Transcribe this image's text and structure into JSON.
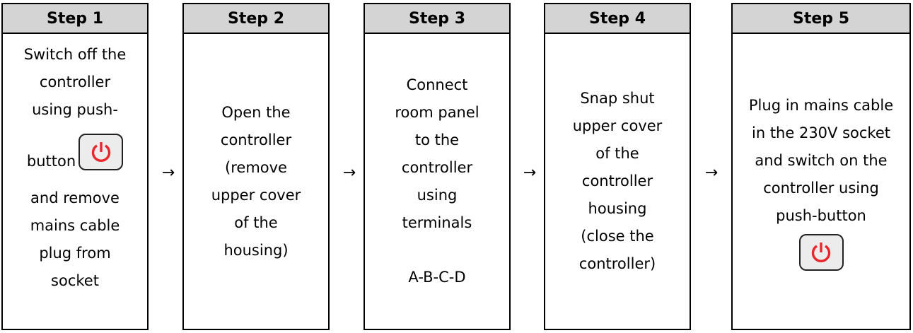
{
  "steps": [
    {
      "title": "Step 1",
      "lines_before": [
        "Switch off the",
        "controller",
        "using push-"
      ],
      "button_line_text": "button",
      "lines_after": [
        "and remove",
        "mains cable",
        "plug from",
        "socket"
      ]
    },
    {
      "title": "Step 2",
      "lines": [
        "Open the",
        "controller",
        "(remove",
        "upper cover",
        "of the",
        "housing)"
      ]
    },
    {
      "title": "Step 3",
      "lines": [
        "Connect",
        "room panel",
        "to the",
        "controller",
        "using",
        "terminals"
      ],
      "terminals": "A-B-C-D"
    },
    {
      "title": "Step 4",
      "lines": [
        "Snap shut",
        "upper cover",
        "of the",
        "controller",
        "housing",
        "(close the",
        "controller)"
      ]
    },
    {
      "title": "Step 5",
      "lines": [
        "Plug in mains cable",
        "in the 230V socket",
        "and switch on the",
        "controller using",
        "push-button"
      ]
    }
  ],
  "arrow": "→",
  "icons": {
    "power": "power-icon"
  },
  "colors": {
    "header_bg": "#d4d4d4",
    "power_icon": "#e8262b",
    "button_bg": "#ececec"
  }
}
